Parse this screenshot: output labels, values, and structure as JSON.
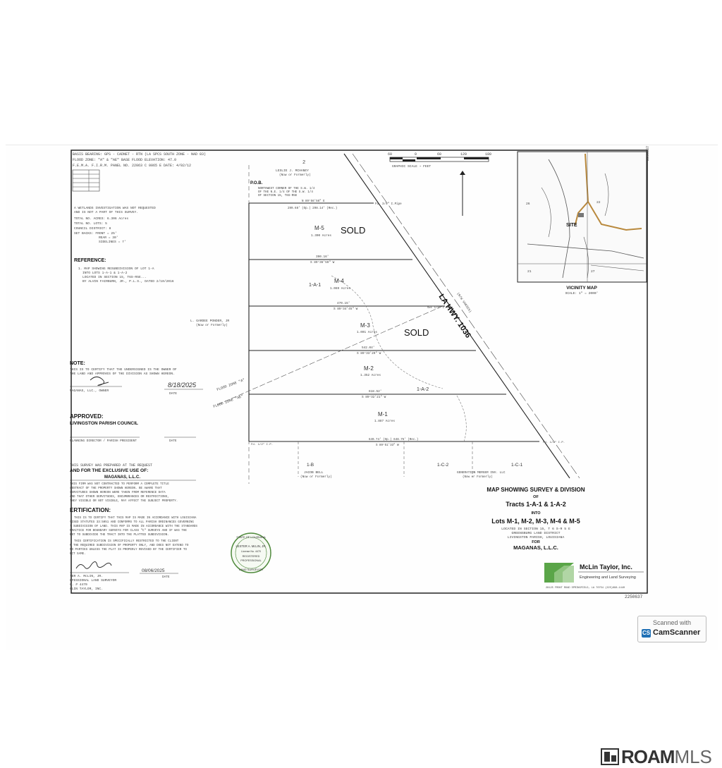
{
  "header_notes": {
    "basis": "BASIS BEARING: GPS - CADNET - RTN (LA SPCS SOUTH ZONE - NAD 83)",
    "flood_zone": "FLOOD ZONE: \"A\" & \"AE\"    BASE FLOOD ELEVATION: 47.0",
    "firm_panel": "F.E.M.A. F.I.R.M. PANEL NO. 22063 C 0065 E    DATE: 4/02/12"
  },
  "wetlands_notes": [
    "A WETLANDS INVESTIGATION WAS NOT REQUESTED",
    "AND IS NOT A PART OF THIS SURVEY.",
    "TOTAL NO. ACRES: 6.306 Acres",
    "TOTAL NO. LOTS: 5",
    "COUNCIL DISTRICT: 8",
    "SET BACKS: FRONT = 25'",
    "REAR = 30'",
    "SIDELINES = 7'"
  ],
  "reference": {
    "title": "REFERENCE:",
    "lines": [
      "1. MAP SHOWING RESUBDIVISION OF LOT 1-A",
      "INTO LOTS 1-A-1 & 1-A-2",
      "LOCATED IN SECTION 15, T6S-R5E...",
      "BY ALVIN FAIRBURN, JR., P.L.S., DATED 2/10/2016"
    ]
  },
  "note": {
    "title": "NOTE:",
    "lines": [
      "THIS IS TO CERTIFY THAT THE UNDERSIGNED IS THE OWNER OF",
      "THE LAND AND APPROVES OF THE DIVISION AS SHOWN HEREON."
    ],
    "owner": "MAGANAS, LLC., OWNER",
    "signed_date": "8/18/2025",
    "date_label": "DATE"
  },
  "approved": {
    "title": "APPROVED:",
    "council": "LIVINGSTON PARISH COUNCIL",
    "signer": "PLANNING DIRECTOR / PARISH PRESIDENT",
    "date_label": "DATE"
  },
  "survey_for": {
    "line1": "THIS SURVEY WAS PREPARED AT THE REQUEST",
    "line2": "AND FOR THE EXCLUSIVE USE OF:",
    "client": "MAGANAS, L.L.C.",
    "disclaimer": [
      "THIS FIRM WAS NOT CONTRACTED TO PERFORM A COMPLETE TITLE",
      "ABSTRACT OF THE PROPERTY SHOWN HEREON. BE AWARE THAT",
      "SERVITUDES SHOWN HEREON WERE TAKEN FROM REFERENCE DATA",
      "AND THAT OTHER SERVITUDES, ENCUMBRANCES OR RESTRICTIONS,",
      "THEY VISIBLE OR NOT VISIBLE, MAY AFFECT THE SUBJECT PROPERTY."
    ]
  },
  "certification": {
    "title": "ERTIFICATION:",
    "lines": [
      "THIS IS TO CERTIFY THAT THIS MAP IS MADE IN ACCORDANCE WITH LOUISIANA",
      "VISED STATUTES 33:5051 AND CONFORMS TO ALL PARISH ORDINANCES GOVERNING",
      "T SUBDIVISION OF LAND. THIS MAP IS MADE IN ACCORDANCE WITH THE STANDARDS",
      "PRACTICE FOR BOUNDARY SURVEYS FOR CLASS \"C\" SURVEYS AND IF WAS THE",
      "ENT TO SUBDIVIDE THE TRACT INTO THE PLATTED SUBDIVISION.",
      "THIS CERTIFICATION IS SPECIFICALLY RESTRICTED TO THE CLIENT",
      "R THE REQUIRED SUBDIVISION OF PROPERTY ONLY, AND DOES NOT EXTEND TO",
      "RD PARTIES UNLESS THE PLAT IS PROPERLY REVISED BY THE CERTIFIER TO",
      "ECT SAME."
    ],
    "surveyor_name": "TER A. McLIN, JR.",
    "surveyor_title": "OFESSIONAL LAND SURVEYOR",
    "surveyor_no": "G. # 4470",
    "firm": "CLIN TAYLOR, INC.",
    "date": "08/06/2025",
    "date_label": "DATE"
  },
  "seal": {
    "top": "STATE OF LOUISIANA",
    "name": "LESTER A. McLIN, JR.",
    "license": "License No. 4470",
    "reg": "REGISTERED",
    "prof": "PROFESSIONAL",
    "bottom": "LAND SURVEYOR"
  },
  "title_block": {
    "line1": "MAP SHOWING SURVEY & DIVISION",
    "of": "OF",
    "tracts": "Tracts 1-A-1 & 1-A-2",
    "into": "INTO",
    "lots": "Lots M-1, M-2, M-3, M-4 & M-5",
    "loc1": "LOCATED IN SECTION 15, T 6 S-R 5 E",
    "loc2": "GREENSBURG LAND DISTRICT",
    "loc3": "LIVINGSTON PARISH, LOUISIANA",
    "for": "FOR",
    "client": "MAGANAS, L.L.C."
  },
  "firm_block": {
    "name": "McLin Taylor, Inc.",
    "sub": "Engineering and Land Surveying",
    "address": "28125 FRONT ROAD    SPRINGFIELD, LA 70754    (225)698-1440"
  },
  "job_number": "2250637",
  "graphic_scale": {
    "ticks": [
      "60",
      "0",
      "60",
      "120",
      "180"
    ],
    "label": "GRAPHIC SCALE ~ FEET"
  },
  "vicinity_map": {
    "title": "VICINITY MAP",
    "scale": "SCALE: 1\" = 2000'",
    "site": "SITE",
    "numbers": [
      "26",
      "22",
      "21",
      "27"
    ]
  },
  "plat": {
    "section_no": "2",
    "pob": [
      "P.O.B.",
      "NORTHWEST CORNER OF THE S.W. 1/4",
      "OF THE N.E. 1/4 OF THE S.W. 1/4",
      "OF SECTION 15, T6S-R5E"
    ],
    "adjoiner_north": [
      "LESLIE J. MCHANEY",
      "(Now or Formerly)"
    ],
    "adjoiner_west": [
      "L. GARDEE PONDER, JR",
      "(Now or Formerly)"
    ],
    "adjoiner_south_1b": [
      "1-B",
      "JACOB BELL",
      "(Now or Formerly)"
    ],
    "adjoiner_south_1c2": "1-C-2",
    "adjoiner_south_1c1": "1-C-1",
    "adjoiner_generation": [
      "GENERATION MERGER INV. LLC",
      "(Now or Formerly)"
    ],
    "road": "LA HWY. 1036",
    "road_sub": "(R/W VARIES)",
    "flood_zone_a": "FLOOD ZONE \"A\"",
    "flood_zone_ae": "FLOOD ZONE \"AE\"",
    "tract_1a1": "1-A-1",
    "tract_1a2": "1-A-2",
    "bearing_top": "N 89°56'56\" E",
    "dist_top": "299.68' (Op.)  298.14' (Rec.)",
    "bearing_bottom": "S 89°51'33\" W",
    "dist_bottom": "649.74' (Op.)  648.75' (Rec.)",
    "lots": [
      {
        "id": "M-5",
        "acres": "1.300 Acres",
        "sold": "SOLD",
        "line_dist": "390.16'",
        "line_bearing": "S 89°36'59\" W"
      },
      {
        "id": "M-4",
        "acres": "1.069 Acres",
        "sold": "",
        "line_dist": "470.15'",
        "line_bearing": "S 89°34'45\" W"
      },
      {
        "id": "M-3",
        "acres": "1.001 Acres",
        "sold": "SOLD",
        "line_dist": "542.04'",
        "line_bearing": "S 89°33'29\" W"
      },
      {
        "id": "M-2",
        "acres": "1.352 Acres",
        "sold": "",
        "line_dist": "618.52'",
        "line_bearing": "S 89°32'21\" W"
      },
      {
        "id": "M-1",
        "acres": "1.887 Acres",
        "sold": "",
        "line_dist": "",
        "line_bearing": ""
      }
    ],
    "pins": [
      "Set 1/2\" I.Rod",
      "Fd. 3/4\" I.Pipe",
      "Fd. 1/2\" I.P."
    ]
  },
  "watermark": {
    "cam_line1": "Scanned with",
    "cam_line2": "CamScanner",
    "cam_logo": "CS",
    "roam_bold": "ROAM",
    "roam_light": "MLS"
  }
}
